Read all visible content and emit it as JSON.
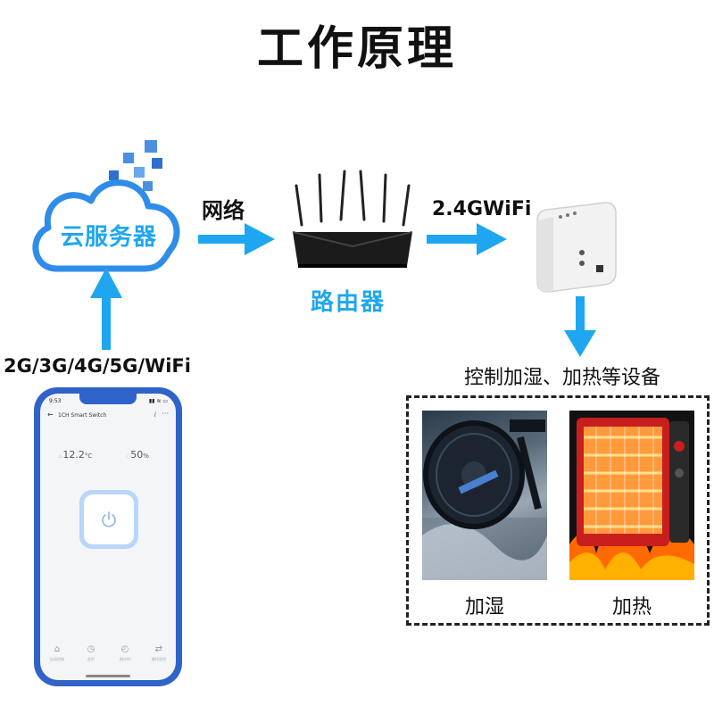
{
  "title": "工作原理",
  "cloud": {
    "label": "云服务器"
  },
  "labels": {
    "network": "网络",
    "router": "路由器",
    "wifi": "2.4GWiFi",
    "mobile": "2G/3G/4G/5G/WiFi",
    "devices_caption": "控制加湿、加热等设备"
  },
  "devices": [
    {
      "label": "加湿"
    },
    {
      "label": "加热"
    }
  ],
  "phone": {
    "status_time": "9:53",
    "status_icons": "▮▮ ≋ ▭",
    "back_icon": "←",
    "app_title": "1CH Smart Switch",
    "info_icon": "i",
    "more_icon": "···",
    "temperature": "12.2",
    "temperature_unit": "°C",
    "humidity": "50",
    "humidity_unit": "%",
    "nav": [
      {
        "label": "自动控制",
        "icon": "⌂"
      },
      {
        "label": "定时",
        "icon": "◷"
      },
      {
        "label": "倒计时",
        "icon": "◴"
      },
      {
        "label": "循环定时",
        "icon": "⇄"
      }
    ]
  },
  "colors": {
    "accent": "#1ea7f0",
    "phone_frame": "#2f63c9",
    "power_button": "#b9d6fb"
  }
}
